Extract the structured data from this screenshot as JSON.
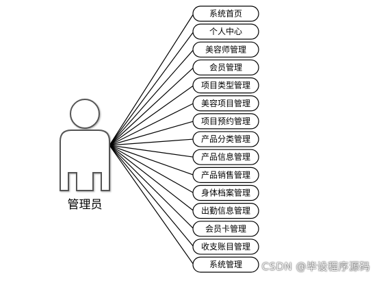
{
  "diagram": {
    "actor": {
      "label": "管理员",
      "icon": "user-actor-icon"
    },
    "modules": [
      "系统首页",
      "个人中心",
      "美容师管理",
      "会员管理",
      "项目类型管理",
      "美容项目管理",
      "项目预约管理",
      "产品分类管理",
      "产品信息管理",
      "产品销售管理",
      "身体档案管理",
      "出勤信息管理",
      "会员卡管理",
      "收支账目管理",
      "系统管理"
    ]
  },
  "watermark": "CSDN @毕设程序源码"
}
